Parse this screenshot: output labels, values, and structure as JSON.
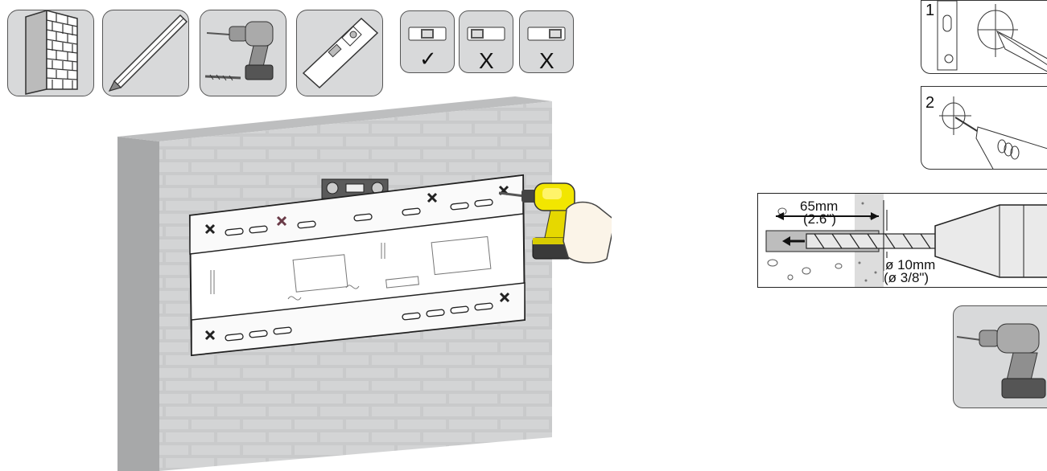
{
  "level_checks": [
    {
      "mark": "✓",
      "meaning": "level"
    },
    {
      "mark": "X",
      "meaning": "tilted-right"
    },
    {
      "mark": "X",
      "meaning": "tilted-left"
    }
  ],
  "steps": [
    {
      "number": "1",
      "action": "mark"
    },
    {
      "number": "2",
      "action": "drill"
    }
  ],
  "drill_spec": {
    "depth_mm": "65mm",
    "depth_in": "(2.6\")",
    "diameter_mm": "ø 10mm",
    "diameter_in": "(ø 3/8\")"
  },
  "colors": {
    "tile_bg": "#d8d9da",
    "wall_face": "#c9cacb",
    "wall_side": "#a7a8a9",
    "drill_accent": "#f2e600",
    "mark_x": "#222222"
  },
  "tools": [
    "brick-wall-icon",
    "pencil-icon",
    "drill-icon",
    "level-icon"
  ]
}
